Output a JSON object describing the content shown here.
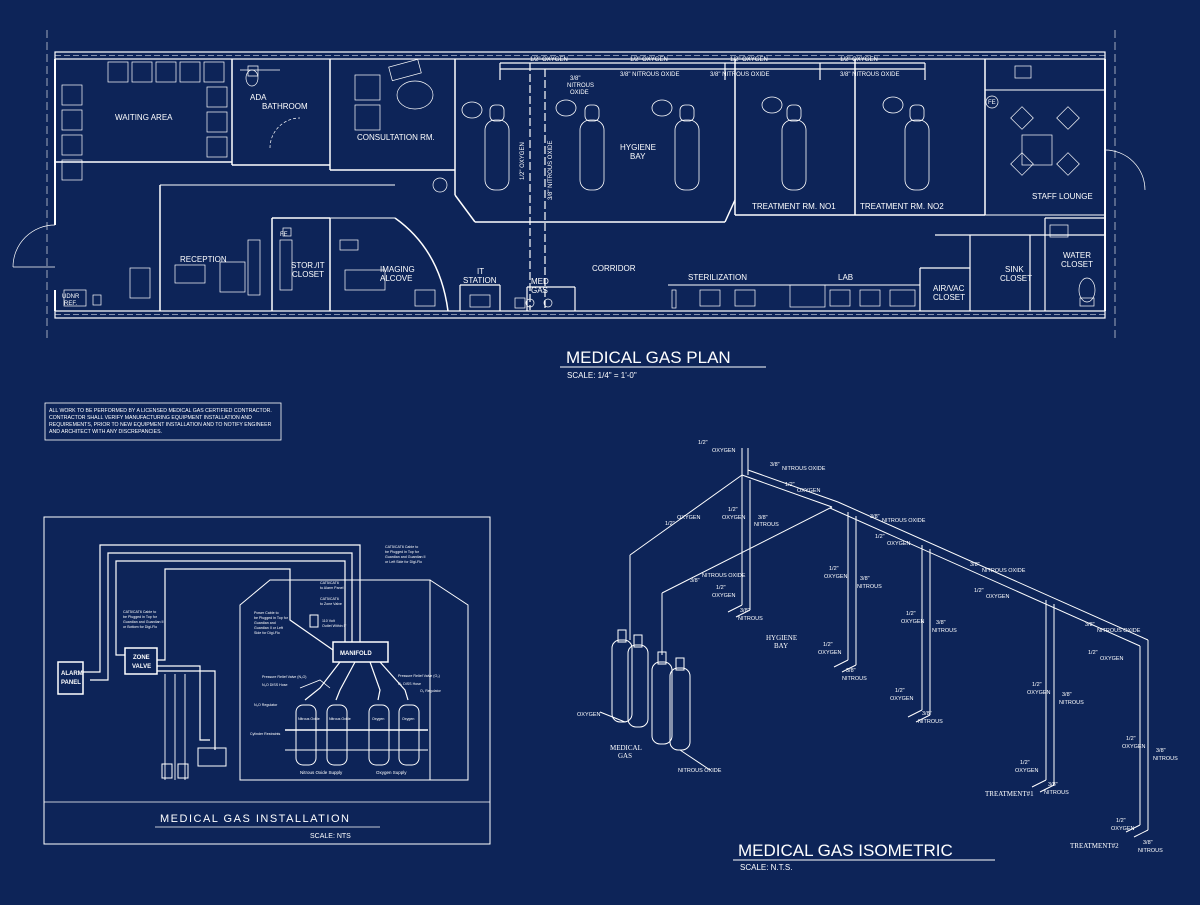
{
  "colors": {
    "background": "#0d2458",
    "line": "#ffffff",
    "faint": "#8fa3cc"
  },
  "plan": {
    "title": "MEDICAL GAS  PLAN",
    "scale": "SCALE: 1/4\" = 1'-0\"",
    "rooms": {
      "waiting": "WAITING AREA",
      "ada_1": "ADA",
      "ada_2": "BATHROOM",
      "consultation": "CONSULTATION RM.",
      "hygiene_1": "HYGIENE",
      "hygiene_2": "BAY",
      "treatment1": "TREATMENT RM. NO1",
      "treatment2": "TREATMENT RM. NO2",
      "staff_lounge": "STAFF LOUNGE",
      "reception": "RECEPTION",
      "stor_1": "STOR./IT",
      "stor_2": "CLOSET",
      "imaging_1": "IMAGING",
      "imaging_2": "ALCOVE",
      "it_1": "IT",
      "it_2": "STATION",
      "medgas_1": "MED",
      "medgas_2": "GAS",
      "corridor": "CORRIDOR",
      "sterilization": "STERILIZATION",
      "lab": "LAB",
      "airvac_1": "AIR/VAC",
      "airvac_2": "CLOSET",
      "sink_1": "SINK",
      "sink_2": "CLOSET",
      "water_1": "WATER",
      "water_2": "CLOSET",
      "udnr_1": "UDNR",
      "udnr_2": "REF.",
      "fe": "FE"
    },
    "pipe_labels": {
      "oxygen_top": "1/2\" OXYGEN",
      "nitrous_top": "3/8\" NITROUS OXIDE",
      "nitrous_drop_1": "3/8\"",
      "nitrous_drop_2": "NITROUS",
      "nitrous_drop_3": "OXIDE",
      "oxygen_vertical": "1/2\" OXYGEN",
      "nitrous_vertical": "3/8\" NITROUS OXIDE"
    }
  },
  "notes": {
    "line1": "ALL WORK TO BE PERFORMED BY A LICENSED MEDICAL GAS CERTIFIED CONTRACTOR.",
    "line2": "CONTRACTOR SHALL VERIFY MANUFACTURING  EQUIPMENT INSTALLATION AND",
    "line3": "REQUIREMENTS, PRIOR TO NEW EQUIPMENT INSTALLATION AND TO NOTIFY ENGINEER",
    "line4": "AND ARCHITECT WITH ANY DISCREPANCIES."
  },
  "installation": {
    "title": "MEDICAL GAS INSTALLATION",
    "scale": "SCALE: NTS",
    "alarm_1": "ALARM",
    "alarm_2": "PANEL",
    "zone_1": "ZONE",
    "zone_2": "VALVE",
    "manifold": "MANIFOLD",
    "n2o_supply": "Nitrous Oxide Supply",
    "o2_supply": "Oxygen Supply",
    "cyl_n2o": "Nitrous Oxide",
    "cyl_o2": "Oxygen",
    "callouts": {
      "cat5_zone_1": "CAT5/CAT6 Cable to",
      "cat5_zone_2": "be Plugged in Top for",
      "cat5_zone_3": "Guardian and Guardian II",
      "cat5_zone_4": "or Bottom for Digi-Flo",
      "cat5_right_1": "CAT5/CAT6 Cable to",
      "cat5_right_2": "be Plugged in Top for",
      "cat5_right_3": "Guardian and Guardian II",
      "cat5_right_4": "or Left Side for Digi-Flo",
      "alarm_cable_1": "CAT5/CAT6",
      "alarm_cable_2": "to Alarm Panel",
      "zone_cable_1": "CAT5/CAT6",
      "zone_cable_2": "to Zone Valve",
      "power_1": "Power Cable to",
      "power_2": "be Plugged in Top for",
      "power_3": "Guardian and",
      "power_4": "Guardian II or Left",
      "power_5": "Side for Digi-Flo",
      "outlet_1": "110 Volt",
      "outlet_2": "Outlet Within 5'",
      "prv_n2o": "Pressure Relief Valve (N₂O)",
      "diss_n2o": "N₂O DISS Hose",
      "reg_n2o": "N₂O Regulator",
      "restraint": "Cylinder Restraints",
      "prv_o2": "Pressure Relief Valve (O₂)",
      "diss_o2": "O₂ DISS Hose",
      "reg_o2": "O₂ Regulator"
    }
  },
  "isometric": {
    "title": "MEDICAL GAS  ISOMETRIC",
    "scale": "SCALE: N.T.S.",
    "half_inch": "1/2\"",
    "three_eighths": "3/8\"",
    "oxygen": "OXYGEN",
    "nitrous": "NITROUS",
    "nitrous_oxide": "NITROUS OXIDE",
    "medical_1": "MEDICAL",
    "medical_2": "GAS",
    "hygiene_1": "HYGIENE",
    "hygiene_2": "BAY",
    "treatment1": "TREATMENT#1",
    "treatment2": "TREATMENT#2"
  }
}
